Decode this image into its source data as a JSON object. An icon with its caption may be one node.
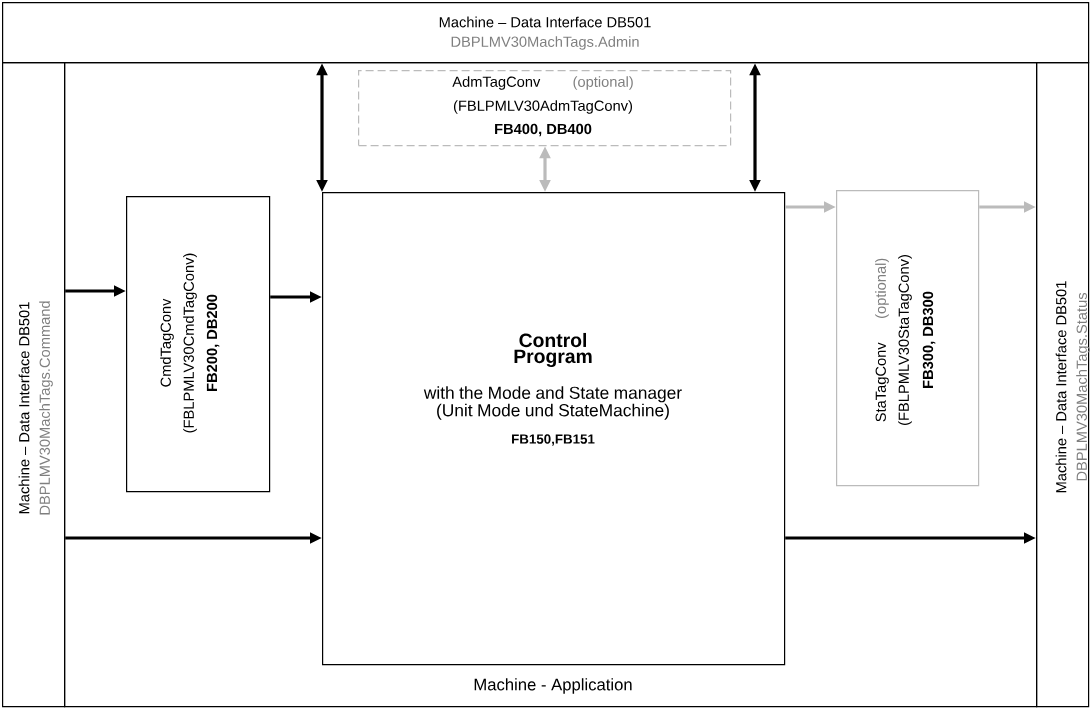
{
  "diagram": {
    "nodes": [
      {
        "text": [
          "Machine – Data Interface DB501",
          "DBPLMV30MachTags.Admin"
        ]
      },
      {
        "text": [
          "Machine – Data Interface DB501",
          "DBPLMV30MachTags.Command"
        ]
      },
      {
        "text": [
          "Machine – Data Interface DB501",
          "DBPLMV30MachTags.Status"
        ]
      },
      {
        "text": [
          "Machine - Application"
        ]
      },
      {
        "text": [
          "AdmTagConv",
          "(optional)",
          "(FBLPMLV30AdmTagConv)",
          "FB400, DB400"
        ],
        "in": 3
      },
      {
        "text": [
          "CmdTagConv",
          "(FBLPMLV30CmdTagConv)",
          "FB200, DB200"
        ],
        "in": 3
      },
      {
        "text": [
          "Control Program",
          "with the Mode and State manager (Unit Mode und StateMachine)",
          "FB150,FB151"
        ],
        "in": 3
      },
      {
        "text": [
          "StaTagConv",
          "(optional)",
          "(FBLPMLV30StaTagConv)",
          "FB300, DB300"
        ],
        "in": 3
      }
    ],
    "edges": [
      {
        "from": 0,
        "to": 6,
        "arrow": "both"
      },
      {
        "from": 0,
        "to": 6,
        "arrow": "both"
      },
      {
        "from": 4,
        "to": 6,
        "arrow": "both",
        "color": "#bbbbbb"
      },
      {
        "from": 1,
        "to": 5,
        "arrow": "to"
      },
      {
        "from": 5,
        "to": 6,
        "arrow": "to"
      },
      {
        "from": 1,
        "to": 6,
        "arrow": "to"
      },
      {
        "from": 6,
        "to": 7,
        "arrow": "to",
        "color": "#bbbbbb"
      },
      {
        "from": 7,
        "to": 2,
        "arrow": "to",
        "color": "#bbbbbb"
      },
      {
        "from": 6,
        "to": 2,
        "arrow": "to"
      }
    ]
  }
}
